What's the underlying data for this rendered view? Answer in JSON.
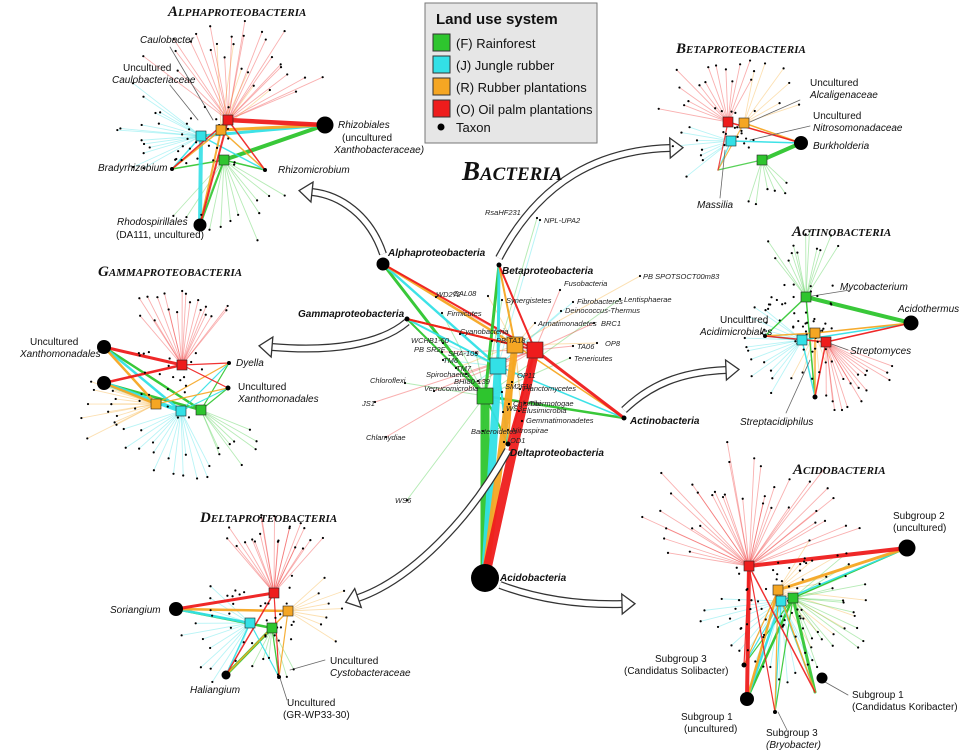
{
  "title": "Bacteria",
  "colors": {
    "rainforest": "#2ec52e",
    "jungle": "#33e0e6",
    "rubber": "#f5a623",
    "oilpalm": "#ee1c1c",
    "taxon": "#000000"
  },
  "legend": {
    "title": "Land use system",
    "items": [
      {
        "key": "rainforest",
        "label": "(F) Rainforest"
      },
      {
        "key": "jungle",
        "label": "(J) Jungle rubber"
      },
      {
        "key": "rubber",
        "label": "(R) Rubber plantations"
      },
      {
        "key": "oilpalm",
        "label": "(O) Oil palm plantations"
      }
    ],
    "taxon_label": "Taxon"
  },
  "panels": {
    "alpha": {
      "title": "Alphaproteobacteria",
      "labels": [
        "Caulobacter",
        "Uncultured",
        "Caulobacteriaceae",
        "Rhizobiales",
        "(uncultured",
        "Xanthobacteraceae)",
        "Bradyrhizobium",
        "Rhizomicrobium",
        "Rhodospirillales",
        "(DA111, uncultured)"
      ]
    },
    "beta": {
      "title": "Betaproteobacteria",
      "labels": [
        "Uncultured",
        "Alcaligenaceae",
        "Uncultured",
        "Nitrosomonadaceae",
        "Burkholderia",
        "Massilia"
      ]
    },
    "gamma": {
      "title": "Gammaproteobacteria",
      "labels": [
        "Uncultured",
        "Xanthomonadales",
        "Dyella",
        "Uncultured",
        "Xanthomonadales"
      ]
    },
    "actino": {
      "title": "Actinobacteria",
      "labels": [
        "Mycobacterium",
        "Acidothermus",
        "Uncultured",
        "Acidimicrobiales",
        "Streptomyces",
        "Streptacidiphilus"
      ]
    },
    "delta": {
      "title": "Deltaproteobacteria",
      "labels": [
        "Soriangium",
        "Haliangium",
        "Uncultured",
        "Cystobacteraceae",
        "Uncultured",
        "(GR-WP33-30)"
      ]
    },
    "acido": {
      "title": "Acidobacteria",
      "labels": [
        "Subgroup 2",
        "(uncultured)",
        "Subgroup 3",
        "(Candidatus Solibacter)",
        "Subgroup 1",
        "(uncultured)",
        "Subgroup 3",
        "(Bryobacter)",
        "Subgroup 1",
        "(Candidatus Koribacter)"
      ]
    }
  },
  "center": {
    "phyla": [
      "Alphaproteobacteria",
      "Betaproteobacteria",
      "Gammaproteobacteria",
      "Actinobacteria",
      "Deltaproteobacteria",
      "Acidobacteria"
    ],
    "minor": [
      "RsaHF231",
      "NPL-UPA2",
      "PB SPOTSOCT00m83",
      "Fusobacteria",
      "Lentisphaerae",
      "Fibrobacteres",
      "WD272",
      "GAL08",
      "Synergistetes",
      "Deinococcus-Thermus",
      "Armatimonadetes",
      "BRC1",
      "Firmicutes",
      "Cyanobacteria",
      "OP8",
      "TA06",
      "Tenericutes",
      "WCHB1-60",
      "PB TA18",
      "PB SR2F",
      "SHA-109",
      "TM6",
      "TM7",
      "Spirochaetes",
      "Chloroflexi",
      "BHI80-139",
      "Planctomycetes",
      "Verrucomicrobia",
      "SM2F11",
      "OP11",
      "Chlorobi",
      "Thermotogae",
      "Elusimicrobia",
      "WS3",
      "Gemmatimonadetes",
      "JS1",
      "Bacteroidetes",
      "Nitrospirae",
      "OD1",
      "Chlamydiae",
      "WS6"
    ]
  }
}
